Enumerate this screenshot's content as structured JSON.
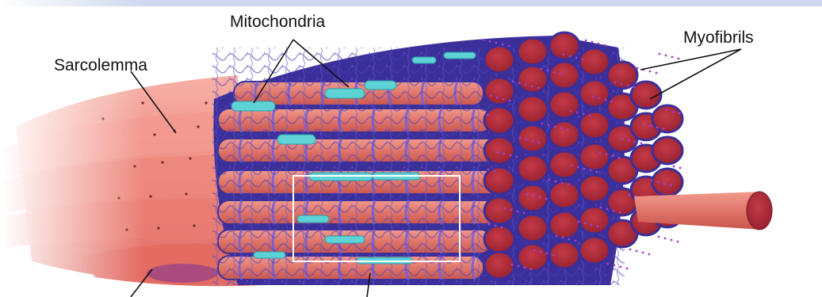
{
  "labels": {
    "mitochondria": "Mitochondria",
    "sarcolemma": "Sarcolemma",
    "myofibrils": "Myofibrils"
  },
  "colors": {
    "top_bar": "#cfd8ee",
    "fiber_skin": "#ef8a80",
    "myofibril_body": "#d9685e",
    "myofibril_end": "#b2283a",
    "reticulum_mesh": "#4a3fb8",
    "mitochondria": "#5ed3d6",
    "label_text": "#111111",
    "highlight_box": "#ffffff"
  }
}
